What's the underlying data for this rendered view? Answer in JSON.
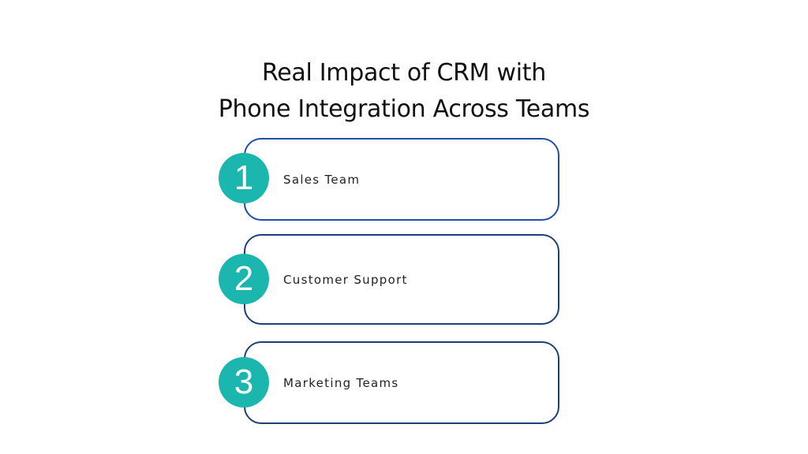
{
  "title": {
    "line1": "Real Impact of CRM with",
    "line2": "Phone Integration Across Teams"
  },
  "items": [
    {
      "number": "1",
      "label": "Sales Team"
    },
    {
      "number": "2",
      "label": "Customer Support"
    },
    {
      "number": "3",
      "label": "Marketing Teams"
    }
  ],
  "colors": {
    "badge": "#1bb6ae",
    "border_first": "#1f4ea6",
    "border": "#1e3f78",
    "text": "#222222"
  }
}
